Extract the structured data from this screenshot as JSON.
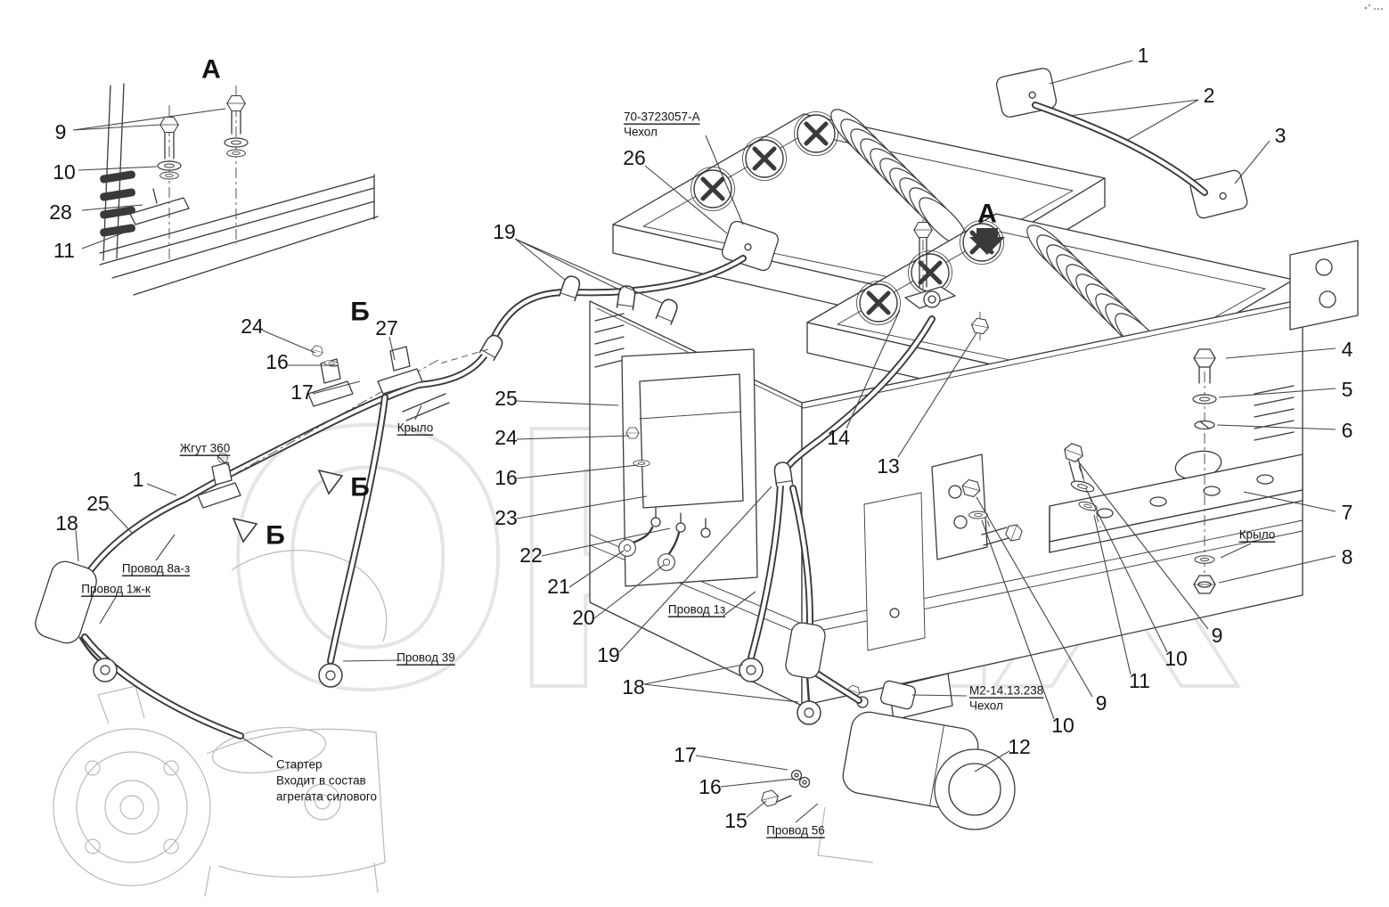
{
  "watermark": {
    "text": "ОРЕХ"
  },
  "views": {
    "detail_a_title": "А",
    "section_marker_a": "А",
    "detail_b_title": "Б",
    "detail_b_arrow1": "Б",
    "detail_b_arrow2": "Б"
  },
  "callouts": {
    "a9": "9",
    "a10": "10",
    "a28": "28",
    "a11": "11",
    "t1": "1",
    "t2": "2",
    "t3": "3",
    "t26": "26",
    "t19": "19",
    "b24": "24",
    "b16": "16",
    "b17": "17",
    "b27": "27",
    "l1": "1",
    "l25": "25",
    "l18": "18",
    "c25": "25",
    "c24": "24",
    "c16": "16",
    "c23": "23",
    "c22": "22",
    "c21": "21",
    "c20": "20",
    "c19": "19",
    "c18": "18",
    "m14": "14",
    "m13": "13",
    "r4": "4",
    "r5": "5",
    "r6": "6",
    "r7": "7",
    "r8": "8",
    "r9": "9",
    "r10": "10",
    "r11": "11",
    "r9b": "9",
    "r10b": "10",
    "bm12": "12",
    "bm17": "17",
    "bm16": "16",
    "bm15": "15"
  },
  "annotations": {
    "cover_top_code": "70-3723057-А",
    "cover_top_name": "Чехол",
    "harness": "Жгут 360",
    "fender_left": "Крыло",
    "fender_right": "Крыло",
    "wire_8az": "Провод 8а-з",
    "wire_1zhk": "Провод 1ж-к",
    "wire_39": "Провод 39",
    "wire_1z": "Провод 1з",
    "wire_56": "Провод 56",
    "starter_l1": "Стартер",
    "starter_l2": "Входит в состав",
    "starter_l3": "агрегата силового",
    "cover_bot_code": "М2-14.13.238",
    "cover_bot_name": "Чехол"
  }
}
